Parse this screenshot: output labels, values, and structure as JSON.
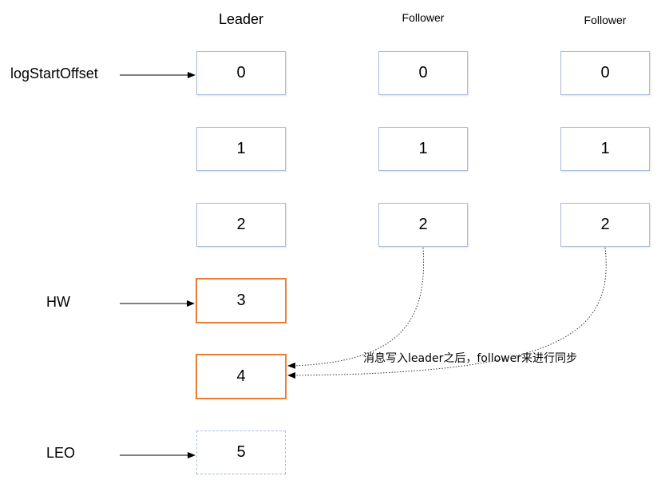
{
  "columns": {
    "leader": {
      "title": "Leader",
      "offsets": [
        "0",
        "1",
        "2",
        "3",
        "4",
        "5"
      ]
    },
    "follower1": {
      "title": "Follower",
      "offsets": [
        "0",
        "1",
        "2"
      ]
    },
    "follower2": {
      "title": "Follower",
      "offsets": [
        "0",
        "1",
        "2"
      ]
    }
  },
  "pointers": {
    "log_start_offset": "logStartOffset",
    "hw": "HW",
    "leo": "LEO"
  },
  "annotation": "消息写入leader之后，follower来进行同步",
  "colors": {
    "highlight": "#ed7d31",
    "cell_border": "#a9bcd6",
    "dotted": "#333333"
  }
}
